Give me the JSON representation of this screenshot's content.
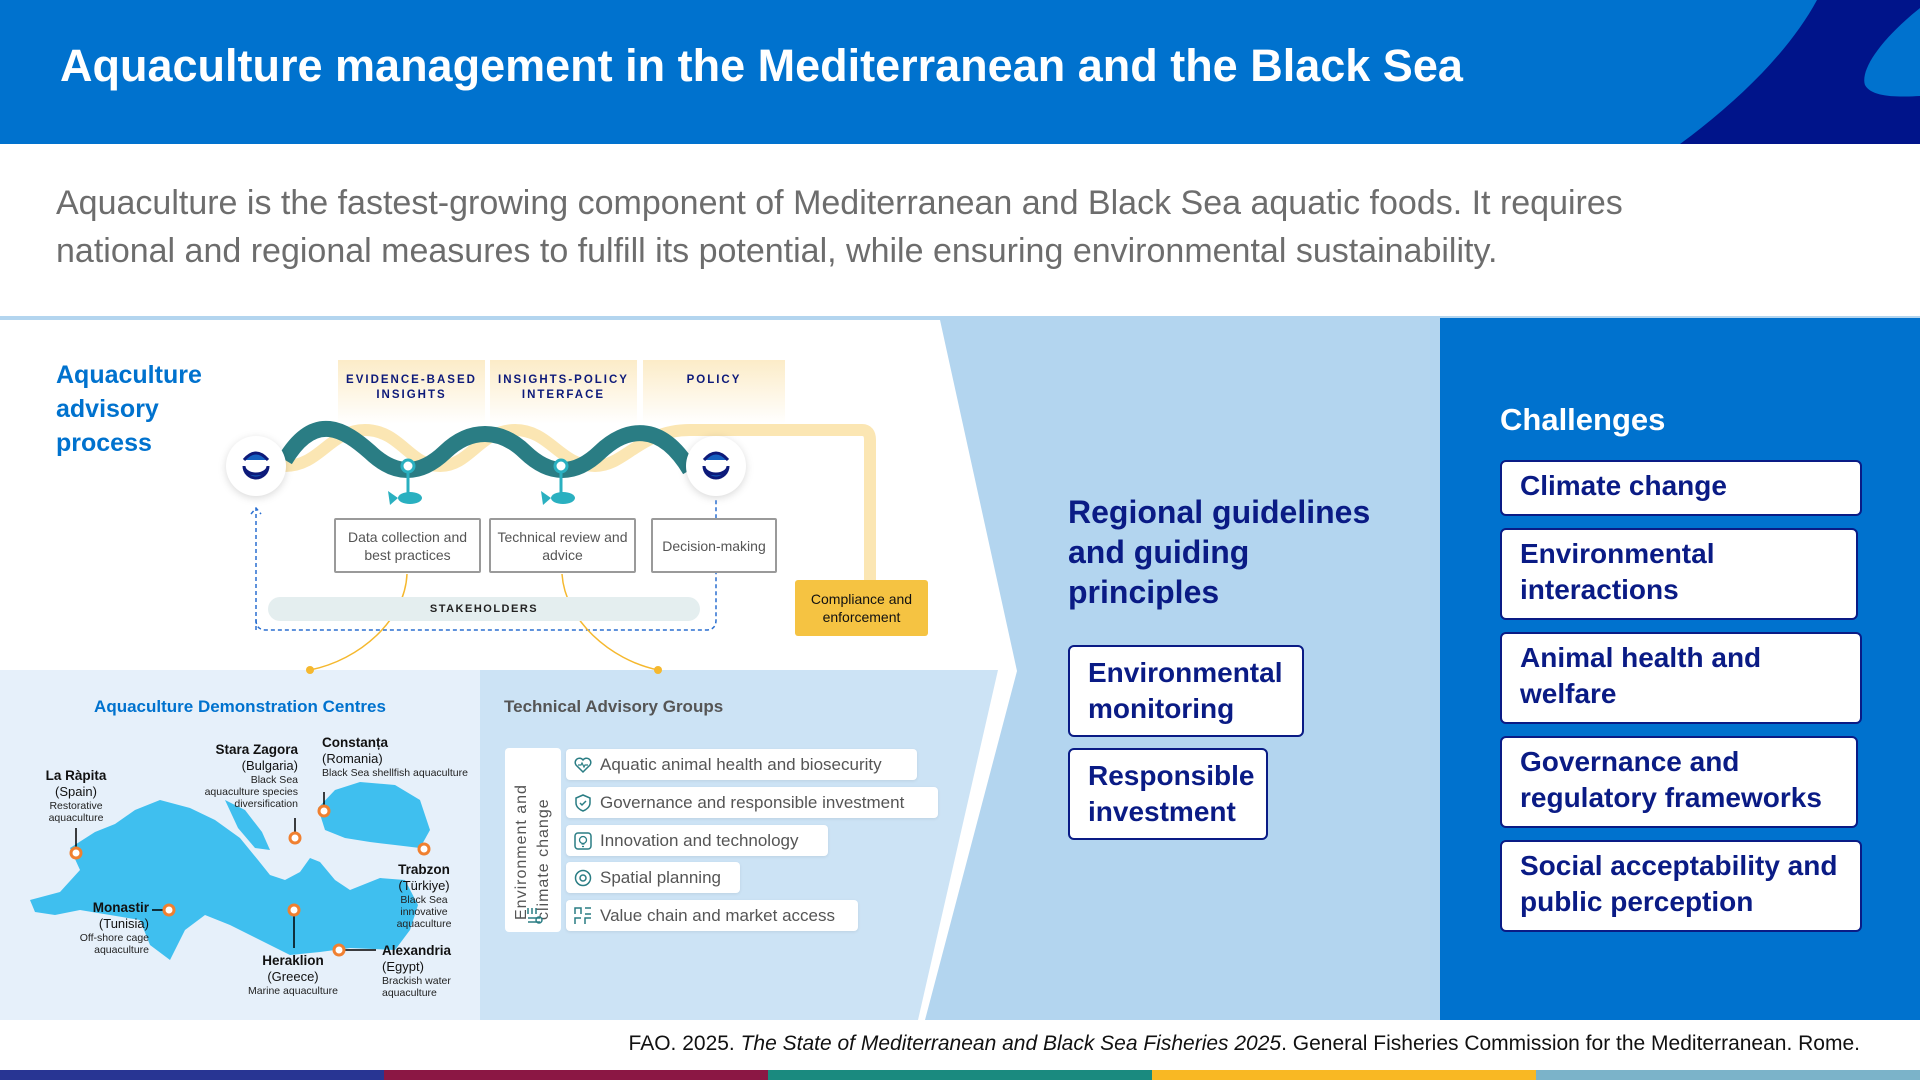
{
  "header": {
    "title": "Aquaculture management in the Mediterranean and the Black Sea"
  },
  "intro": {
    "line1": "Aquaculture is the fastest-growing component of Mediterranean and Black Sea aquatic foods. It requires",
    "line2": "national and regional measures to fulfill its potential, while ensuring environmental sustainability."
  },
  "advisory": {
    "title": "Aquaculture advisory process",
    "columns": [
      "EVIDENCE-BASED INSIGHTS",
      "INSIGHTS-POLICY INTERFACE",
      "POLICY"
    ],
    "steps": [
      "Data collection and best practices",
      "Technical review and advice",
      "Decision-making"
    ],
    "stakeholders": "STAKEHOLDERS",
    "compliance": "Compliance and enforcement"
  },
  "demo": {
    "title": "Aquaculture Demonstration Centres",
    "centres": [
      {
        "name": "La Ràpita",
        "country": "(Spain)",
        "desc": "Restorative aquaculture"
      },
      {
        "name": "Stara Zagora",
        "country": "(Bulgaria)",
        "desc": "Black Sea aquaculture species diversification"
      },
      {
        "name": "Constanța",
        "country": "(Romania)",
        "desc": "Black Sea shellfish aquaculture"
      },
      {
        "name": "Trabzon",
        "country": "(Türkiye)",
        "desc": "Black Sea innovative aquaculture"
      },
      {
        "name": "Monastir",
        "country": "(Tunisia)",
        "desc": "Off-shore cage aquaculture"
      },
      {
        "name": "Heraklion",
        "country": "(Greece)",
        "desc": "Marine aquaculture"
      },
      {
        "name": "Alexandria",
        "country": "(Egypt)",
        "desc": "Brackish water aquaculture"
      }
    ]
  },
  "tag": {
    "title": "Technical Advisory Groups",
    "crosscut": "Environment and climate change",
    "items": [
      "Aquatic animal health and biosecurity",
      "Governance and responsible investment",
      "Innovation and technology",
      "Spatial planning",
      "Value chain and market access"
    ]
  },
  "regional": {
    "title": "Regional guidelines and guiding principles",
    "items": [
      "Environmental monitoring",
      "Responsible investment"
    ]
  },
  "challenges": {
    "title": "Challenges",
    "items": [
      "Climate change",
      "Environmental interactions",
      "Animal health and welfare",
      "Governance and regulatory frameworks",
      "Social acceptability and public perception"
    ]
  },
  "citation": {
    "prefix": "FAO. 2025. ",
    "italic": "The State of Mediterranean and Black Sea Fisheries 2025",
    "suffix": ". General Fisheries Commission for the Mediterranean. Rome."
  },
  "colors": {
    "brand": "#0072ce",
    "navy": "#0a1b85",
    "teal": "#2a7d84",
    "yellow": "#f5c342",
    "strip": [
      "#283593",
      "#8b1744",
      "#1a8a7f",
      "#f9b823",
      "#7bb3c9"
    ]
  }
}
